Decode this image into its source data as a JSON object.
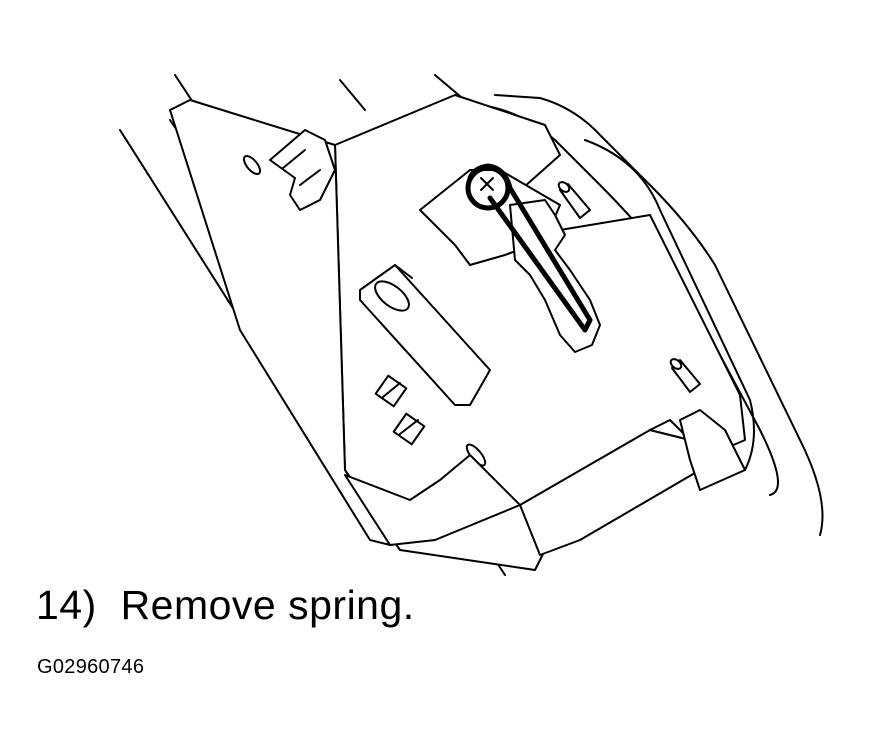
{
  "caption": {
    "step": "14)",
    "instruction": "Remove spring."
  },
  "figure_id": "G02960746"
}
